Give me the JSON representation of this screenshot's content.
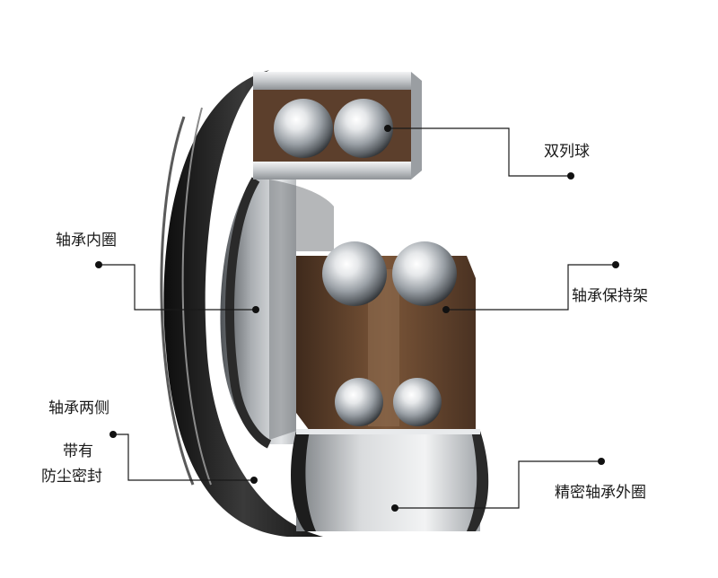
{
  "labels": {
    "double_row_balls": "双列球",
    "inner_ring": "轴承内圈",
    "cage": "轴承保持架",
    "both_sides": "轴承两侧",
    "seal_line1": "带有",
    "seal_line2": "防尘密封",
    "outer_ring": "精密轴承外圈"
  },
  "colors": {
    "leader_line": "#1a1a1a",
    "rubber_seal": "#202020",
    "steel": "#c9cccf",
    "cage_brown": "#6b4a33"
  }
}
